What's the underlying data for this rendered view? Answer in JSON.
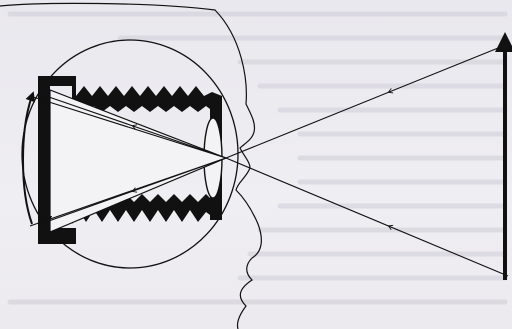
{
  "figure": {
    "palette": {
      "paper": "#ecebef",
      "ink": "#111111",
      "show_through_text": "#c9c7d2"
    },
    "elements": [
      "head-profile-outline",
      "eye-circle",
      "camera-bellows",
      "lens",
      "film-plane",
      "object-arrow",
      "inverted-image-arrow",
      "light-rays"
    ]
  }
}
